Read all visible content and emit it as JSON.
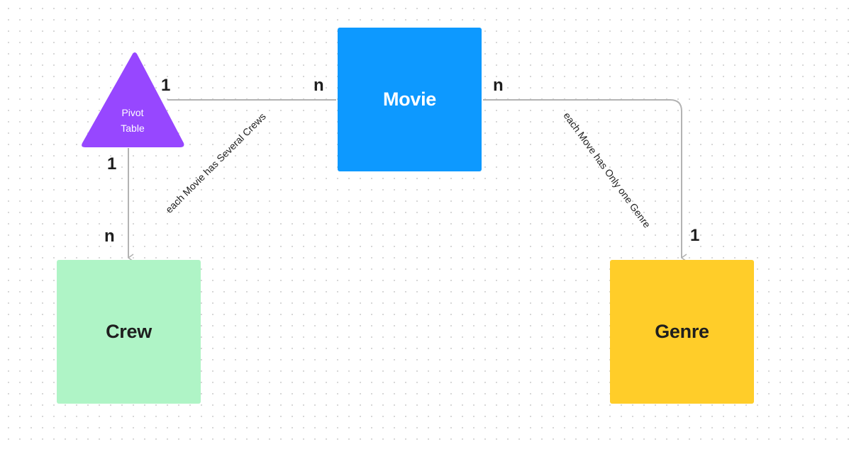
{
  "nodes": {
    "movie": {
      "label": "Movie",
      "color": "#0d99ff"
    },
    "crew": {
      "label": "Crew",
      "color": "#aff4c6"
    },
    "genre": {
      "label": "Genre",
      "color": "#ffcd29"
    },
    "pivot": {
      "line1": "Pivot",
      "line2": "Table",
      "color": "#9747ff"
    }
  },
  "cardinality": {
    "pivot_movie_side_pivot": "1",
    "pivot_movie_side_movie": "n",
    "pivot_crew_side_pivot": "1",
    "pivot_crew_side_crew": "n",
    "movie_genre_side_movie": "n",
    "movie_genre_side_genre": "1"
  },
  "relations": {
    "movie_crews": "each Movie has Several Crews",
    "movie_genre": "each Move has Only one Genre"
  },
  "colors": {
    "connector": "#b3b3b3",
    "text": "#1e1e1e"
  }
}
